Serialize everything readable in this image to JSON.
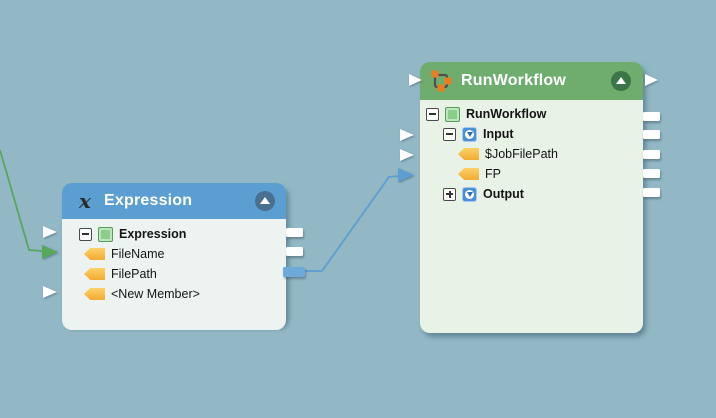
{
  "canvas": {
    "background_color": "#92b8c6"
  },
  "colors": {
    "expression_header": "#5b9ed2",
    "runworkflow_header": "#6fad6e",
    "node_body_expression": "#edf3f0",
    "node_body_runworkflow": "#e9f2e7",
    "connection_green": "#57a75d",
    "connection_blue": "#5b9ed2",
    "member_tag_yellow": "#f3ab31",
    "group_icon_blue": "#4a90d8",
    "type_icon_green": "#8bce8b"
  },
  "expression_node": {
    "title": "Expression",
    "root_label": "Expression",
    "members": [
      {
        "label": "FileName"
      },
      {
        "label": "FilePath"
      },
      {
        "label": "<New Member>"
      }
    ]
  },
  "runworkflow_node": {
    "title": "RunWorkflow",
    "root_label": "RunWorkflow",
    "input_label": "Input",
    "input_members": [
      {
        "label": "$JobFilePath"
      },
      {
        "label": "FP"
      }
    ],
    "output_label": "Output"
  },
  "connections": [
    {
      "name": "green-connection",
      "from": "off-screen-left",
      "to": "Expression.FileName",
      "color": "#57a75d"
    },
    {
      "name": "blue-connection",
      "from": "Expression.FilePath",
      "to": "RunWorkflow.FP",
      "color": "#5b9ed2"
    }
  ]
}
